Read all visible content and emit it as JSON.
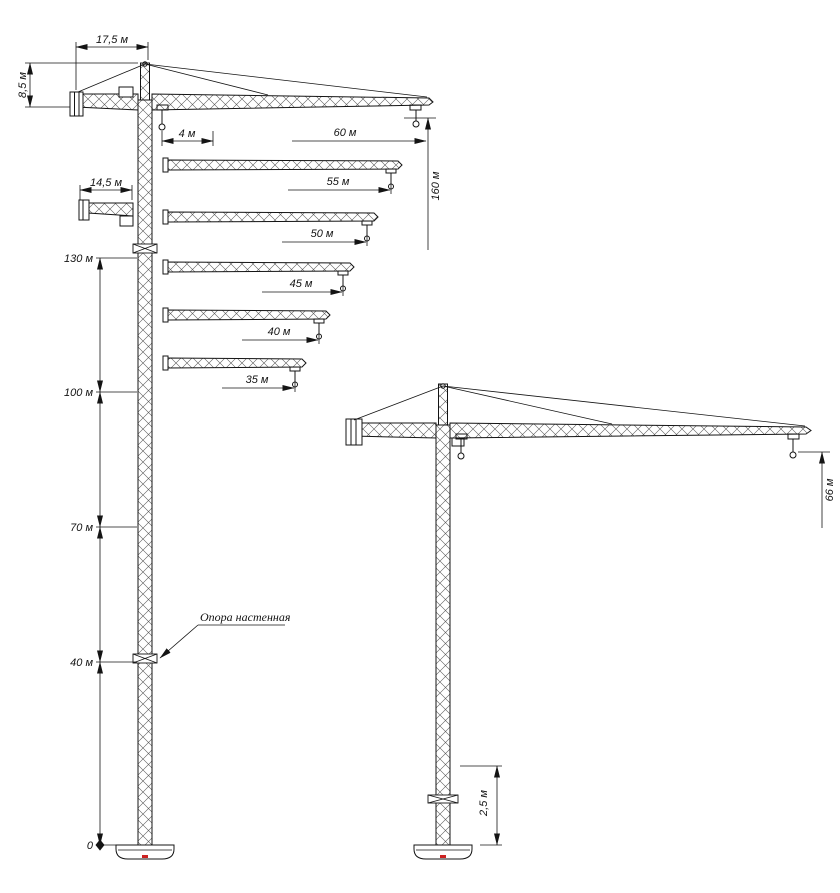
{
  "diagram": {
    "type": "tower-crane-general-arrangement-drawing",
    "colors": {
      "line": "#141414",
      "accent_red": "#cc2222",
      "background": "#ffffff"
    }
  },
  "labels": {
    "counter_jib_17_5": "17,5 м",
    "head_8_5": "8,5 м",
    "min_radius_4": "4 м",
    "jib_60": "60 м",
    "jib_55": "55 м",
    "jib_50": "50 м",
    "jib_45": "45 м",
    "jib_40": "40 м",
    "jib_35": "35 м",
    "height_160": "160 м",
    "counter_jib_14_5": "14,5 м",
    "level_130": "130 м",
    "level_100": "100 м",
    "level_70": "70 м",
    "level_40": "40 м",
    "level_0": "0",
    "wall_support_note": "Опора настенная",
    "height_66": "66 м",
    "base_2_5": "2,5 м"
  }
}
